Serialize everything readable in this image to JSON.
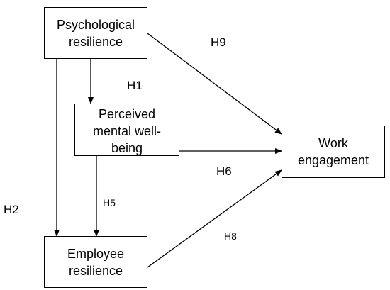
{
  "nodes": {
    "psychological_resilience": [
      "Psychological",
      "resilience"
    ],
    "perceived_mental_wellbeing": [
      "Perceived",
      "mental well-",
      "being"
    ],
    "work_engagement": [
      "Work",
      "engagement"
    ],
    "employee_resilience": [
      "Employee",
      "resilience"
    ]
  },
  "hypotheses": {
    "h1": "H1",
    "h2": "H2",
    "h5": "H5",
    "h6": "H6",
    "h8": "H8",
    "h9": "H9"
  },
  "colors": {
    "stroke": "#000000",
    "background": "#ffffff"
  }
}
